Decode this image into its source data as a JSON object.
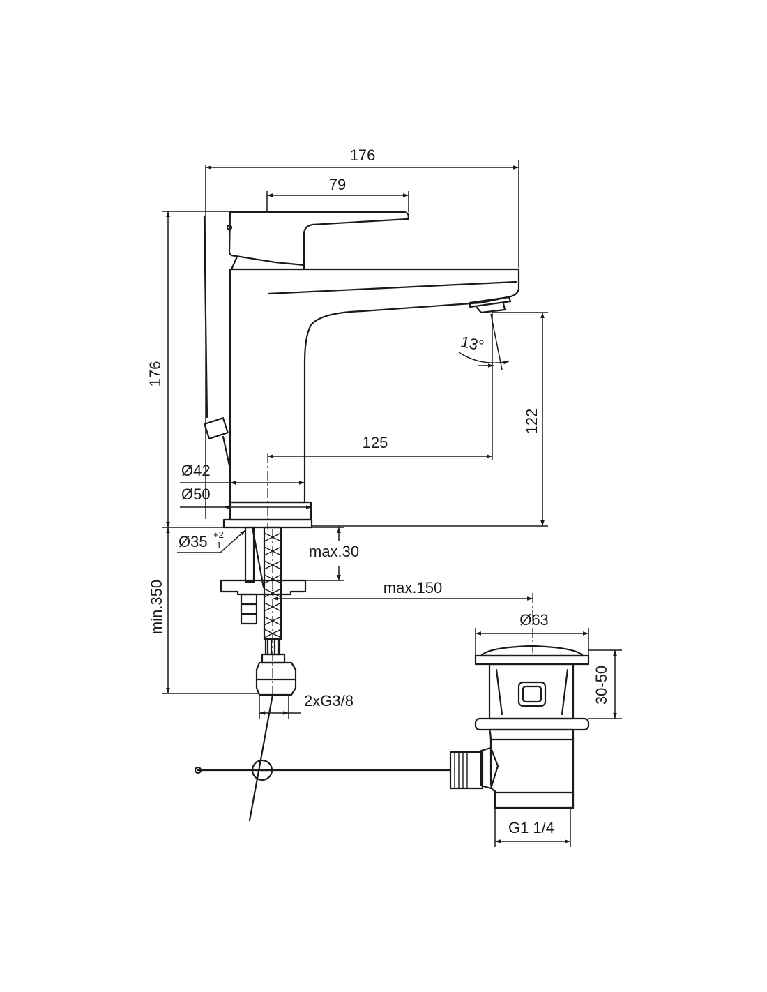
{
  "dimensions": {
    "total_width": "176",
    "handle_width": "79",
    "total_height": "176",
    "spout_height": "122",
    "spout_reach": "125",
    "angle": "13°",
    "body_diameter": "Ø42",
    "base_diameter": "Ø50",
    "hole_diameter": "Ø35",
    "hole_tol_plus": "+2",
    "hole_tol_minus": "-1",
    "max_deck": "max.30",
    "max_waste_distance": "max.150",
    "min_hose_length": "min.350",
    "connection": "2xG3/8",
    "waste_diameter": "Ø63",
    "waste_range": "30-50",
    "waste_thread": "G1 1/4"
  }
}
